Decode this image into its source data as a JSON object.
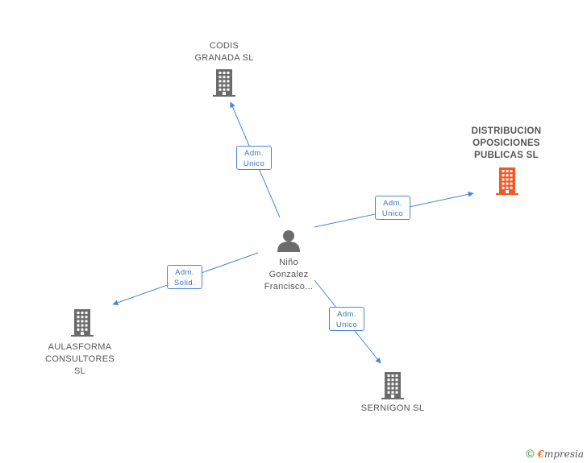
{
  "center": {
    "label": "Niño\nGonzalez\nFrancisco..."
  },
  "companies": [
    {
      "id": "codis",
      "label": "CODIS\nGRANADA SL",
      "highlight": false
    },
    {
      "id": "distribucion",
      "label": "DISTRIBUCION\nOPOSICIONES\nPUBLICAS SL",
      "highlight": true
    },
    {
      "id": "aulasforma",
      "label": "AULASFORMA\nCONSULTORES\nSL",
      "highlight": false
    },
    {
      "id": "sernigon",
      "label": "SERNIGON SL",
      "highlight": false
    }
  ],
  "edges": [
    {
      "to": "codis",
      "label": "Adm.\nUnico"
    },
    {
      "to": "distribucion",
      "label": "Adm.\nUnico"
    },
    {
      "to": "aulasforma",
      "label": "Adm.\nSolid."
    },
    {
      "to": "sernigon",
      "label": "Adm.\nUnico"
    }
  ],
  "colors": {
    "edge": "#4a86d4",
    "building": "#6b6b6b",
    "building_highlight": "#f05a28",
    "person": "#6b6b6b"
  },
  "footer": {
    "copyright": "©",
    "brand_initial": "€",
    "brand_rest": "mpresia"
  }
}
